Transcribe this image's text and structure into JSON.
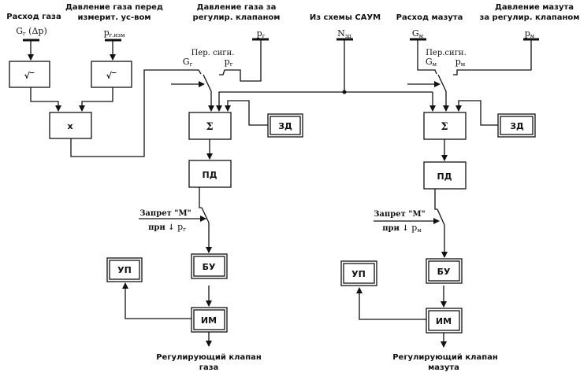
{
  "diagram": {
    "inputs": {
      "gas_flow": {
        "title": "Расход газа",
        "signal": "G",
        "sub": "г",
        "suffix": " (Δp)"
      },
      "gas_pressure_before": {
        "title_line1": "Давление газа перед",
        "title_line2": "измерит. ус-вом",
        "signal": "p",
        "sub": "г.изм"
      },
      "gas_pressure_after": {
        "title_line1": "Давление газа за",
        "title_line2": "регулир. клапаном",
        "signal": "p",
        "sub": "г"
      },
      "saum": {
        "title": "Из схемы САУМ",
        "signal": "N",
        "sub": "зд"
      },
      "fuel_oil_flow": {
        "title": "Расход мазута",
        "signal": "G",
        "sub": "м"
      },
      "fuel_oil_pressure_after": {
        "title_line1": "Давление мазута",
        "title_line2": "за регулир. клапаном",
        "signal": "p",
        "sub": "м"
      }
    },
    "gas_branch": {
      "sqrt1": "√‾",
      "sqrt2": "√‾",
      "multiplier": "x",
      "switch_label": "Пер. сигн.",
      "switch_sig1": {
        "signal": "G",
        "sub": "г"
      },
      "switch_sig2": {
        "signal": "p",
        "sub": "г"
      },
      "summator": "Σ",
      "setpoint": "ЗД",
      "controller": "ПД",
      "ban_line1": "Запрет \"М\"",
      "ban_line2_prefix": "при ↓ ",
      "ban_signal": {
        "signal": "p",
        "sub": "г"
      },
      "control_unit": "БУ",
      "position_indicator": "УП",
      "actuator": "ИМ",
      "output_line1": "Регулирующий клапан",
      "output_line2": "газа"
    },
    "oil_branch": {
      "switch_label": "Пер.сигн.",
      "switch_sig1": {
        "signal": "G",
        "sub": "м"
      },
      "switch_sig2": {
        "signal": "p",
        "sub": "м"
      },
      "summator": "Σ",
      "setpoint": "ЗД",
      "controller": "ПД",
      "ban_line1": "Запрет \"М\"",
      "ban_line2_prefix": "при ↓ ",
      "ban_signal": {
        "signal": "p",
        "sub": "м"
      },
      "control_unit": "БУ",
      "position_indicator": "УП",
      "actuator": "ИМ",
      "output_line1": "Регулирующий клапан",
      "output_line2": "мазута"
    }
  }
}
